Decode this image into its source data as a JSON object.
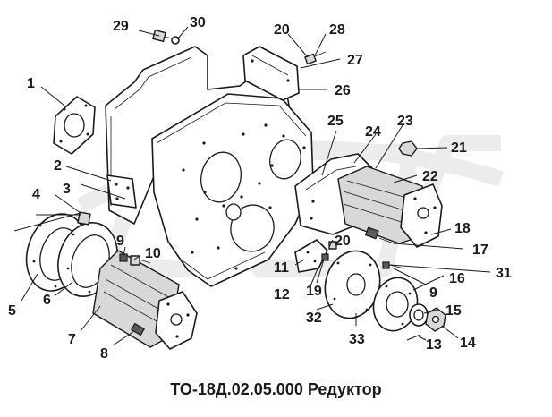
{
  "caption": "ТО-18Д.02.05.000 Редуктор",
  "callouts": [
    "1",
    "2",
    "3",
    "4",
    "5",
    "6",
    "7",
    "8",
    "9",
    "10",
    "11",
    "12",
    "13",
    "14",
    "15",
    "16",
    "17",
    "18",
    "19",
    "20",
    "21",
    "22",
    "23",
    "24",
    "25",
    "26",
    "27",
    "28",
    "29",
    "30",
    "31",
    "32",
    "33"
  ]
}
